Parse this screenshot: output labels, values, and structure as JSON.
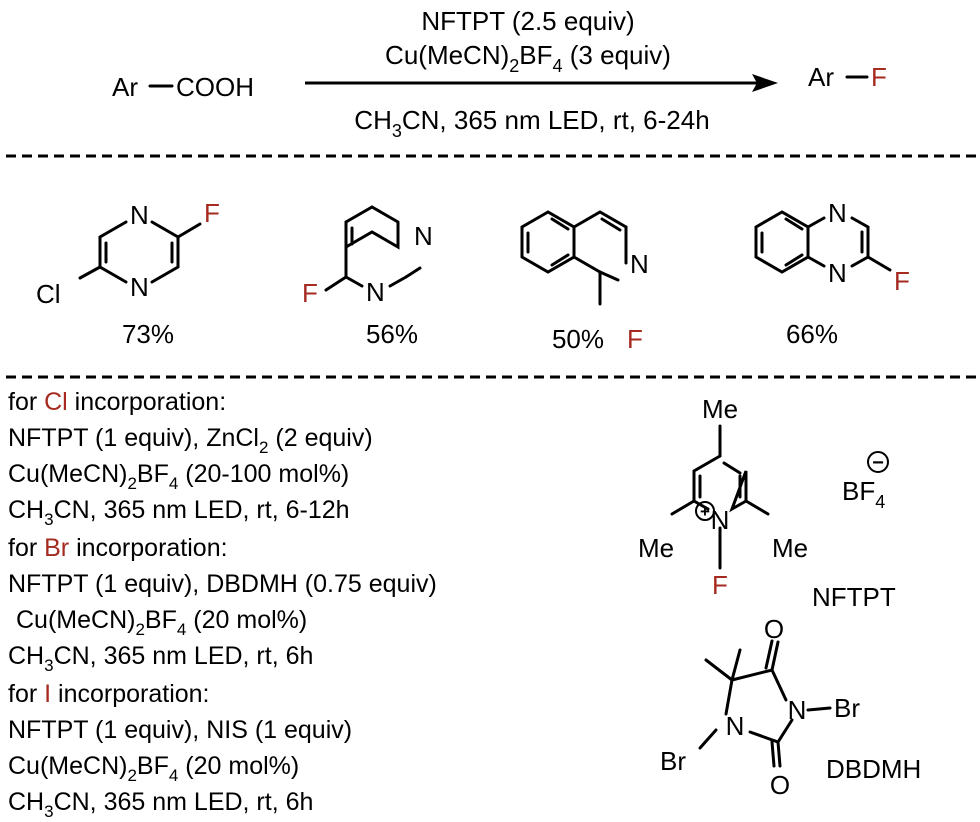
{
  "colors": {
    "ink": "#000000",
    "accent": "#a52a1f"
  },
  "reaction": {
    "reactant_ar": "Ar",
    "reactant_group": "COOH",
    "product_ar": "Ar",
    "product_f": "F",
    "reagent_line1": "NFTPT (2.5 equiv)",
    "reagent_line2": {
      "a": "Cu(MeCN)",
      "sub1": "2",
      "b": "BF",
      "sub2": "4",
      "c": " (3 equiv)"
    },
    "condition": {
      "a": "CH",
      "sub1": "3",
      "b": "CN, 365 nm LED, rt, 6-24h"
    }
  },
  "examples": [
    {
      "yield": "73%",
      "atoms": {
        "n1": "N",
        "n2": "N",
        "f": "F",
        "cl": "Cl"
      }
    },
    {
      "yield": "56%",
      "atoms": {
        "n1": "N",
        "n2": "N",
        "f": "F"
      }
    },
    {
      "yield": "50%",
      "atoms": {
        "n": "N",
        "f": "F"
      }
    },
    {
      "yield": "66%",
      "atoms": {
        "n1": "N",
        "n2": "N",
        "f": "F"
      }
    }
  ],
  "conditions": {
    "cl": {
      "pre": "for ",
      "element": "Cl",
      "post": " incorporation:",
      "line1": {
        "a": "NFTPT (1 equiv), ZnCl",
        "sub": "2",
        "b": " (2 equiv)"
      },
      "line2": {
        "a": "Cu(MeCN)",
        "sub1": "2",
        "b": "BF",
        "sub2": "4",
        "c": " (20-100 mol%)"
      },
      "line3": {
        "a": "CH",
        "sub": "3",
        "b": "CN, 365 nm LED, rt, 6-12h"
      }
    },
    "br": {
      "pre": "for ",
      "element": "Br",
      "post": " incorporation:",
      "line1": "NFTPT (1 equiv), DBDMH (0.75 equiv)",
      "line2": {
        "a": "Cu(MeCN)",
        "sub1": "2",
        "b": "BF",
        "sub2": "4",
        "c": " (20 mol%)"
      },
      "line3": {
        "a": "CH",
        "sub": "3",
        "b": "CN, 365 nm LED, rt, 6h"
      }
    },
    "i": {
      "pre": "for ",
      "element": "I",
      "post": " incorporation:",
      "line1": "NFTPT (1 equiv), NIS (1 equiv)",
      "line2": {
        "a": "Cu(MeCN)",
        "sub1": "2",
        "b": "BF",
        "sub2": "4",
        "c": " (20 mol%)"
      },
      "line3": {
        "a": "CH",
        "sub": "3",
        "b": "CN, 365 nm LED, rt, 6h"
      }
    }
  },
  "nftpt": {
    "label": "NFTPT",
    "me_top": "Me",
    "me_left": "Me",
    "me_right": "Me",
    "n": "N",
    "f": "F",
    "plus": "+",
    "counterion": {
      "a": "BF",
      "sub": "4"
    },
    "minus": "−"
  },
  "dbdmh": {
    "label": "DBDMH",
    "o_top": "O",
    "o_bottom": "O",
    "n_right": "N",
    "n_left": "N",
    "br_right": "Br",
    "br_left": "Br"
  }
}
